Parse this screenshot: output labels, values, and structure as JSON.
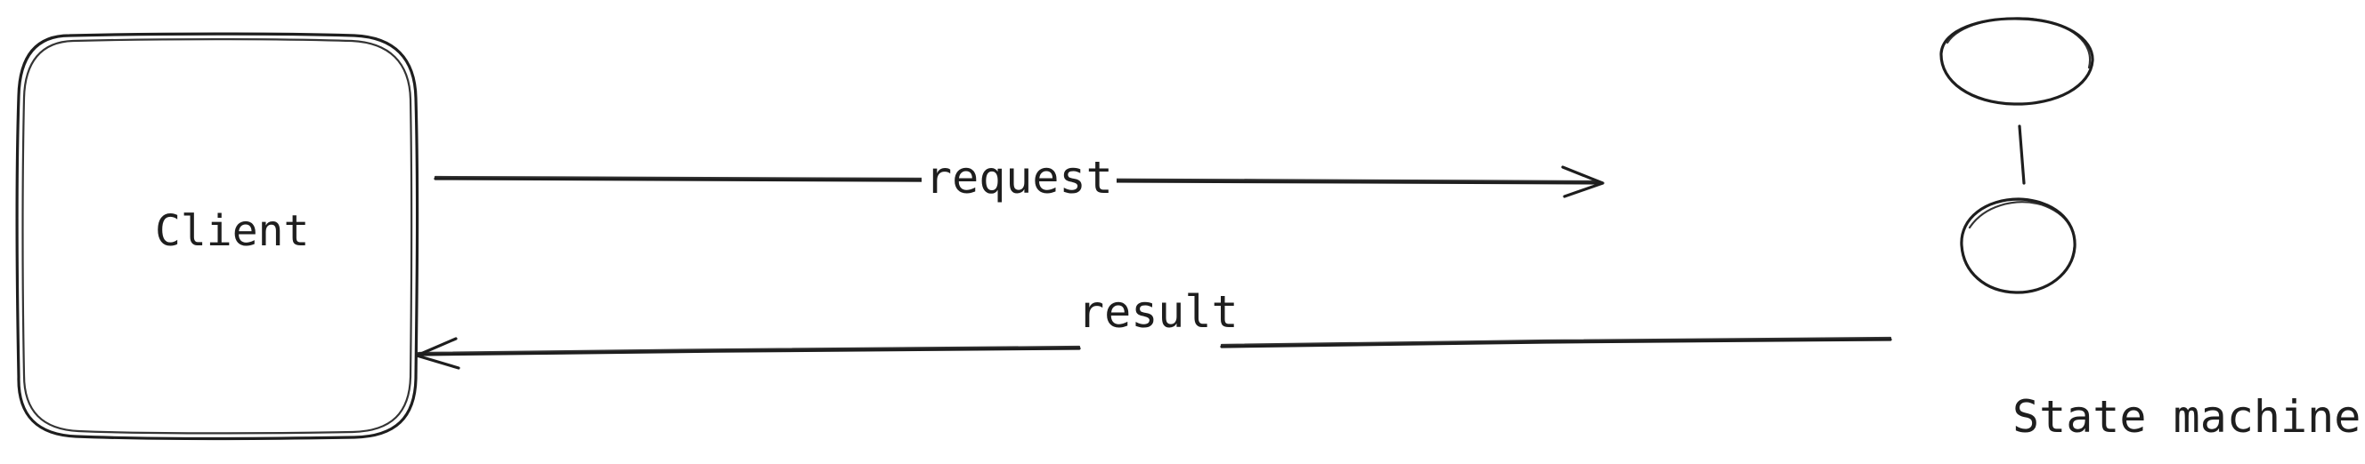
{
  "diagram": {
    "client": {
      "label": "Client"
    },
    "state_machine": {
      "label": "State machine"
    },
    "edges": {
      "request": {
        "label": "request",
        "from": "Client",
        "to": "State machine"
      },
      "result": {
        "label": "result",
        "from": "State machine",
        "to": "Client"
      }
    }
  },
  "colors": {
    "stroke": "#1e1e1e",
    "background": "#ffffff"
  }
}
